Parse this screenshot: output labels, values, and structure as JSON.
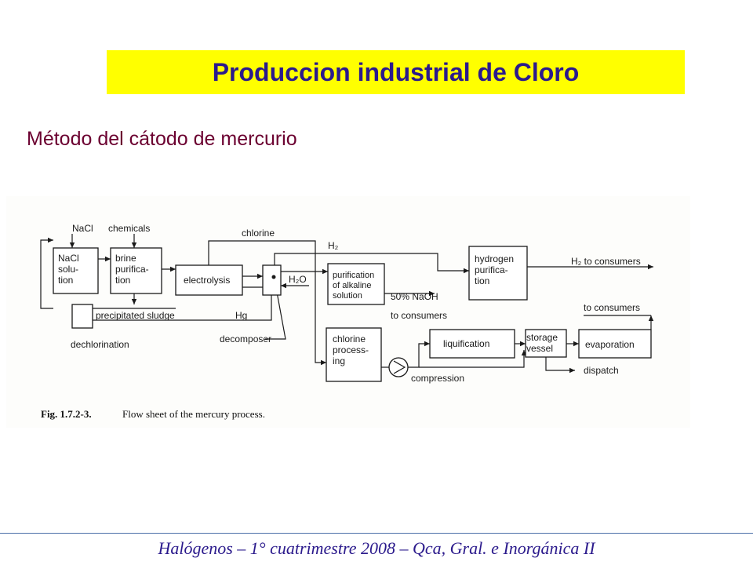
{
  "slide": {
    "title": "Produccion industrial de Cloro",
    "subtitle": "Método del cátodo de mercurio",
    "footer": "Halógenos – 1° cuatrimestre 2008 – Qca, Gral. e Inorgánica II"
  },
  "colors": {
    "title_bar": "#ffff00",
    "title_text": "#2b1a8c",
    "subtitle_text": "#6b0030",
    "footer_text": "#2b1a8c"
  },
  "diagram": {
    "boxes": {
      "nacl": [
        "NaCl",
        "solu-",
        "tion"
      ],
      "brine": [
        "brine",
        "purifica-",
        "tion"
      ],
      "electrolysis": [
        "electrolysis"
      ],
      "purification": [
        "purification",
        "of alkaline",
        "solution"
      ],
      "hydrogen": [
        "hydrogen",
        "purifica-",
        "tion"
      ],
      "chlorine_proc": [
        "chlorine",
        "process-",
        "ing"
      ],
      "liquification": [
        "liquification"
      ],
      "storage": [
        "storage",
        "vessel"
      ],
      "evaporation": [
        "evaporation"
      ]
    },
    "labels": {
      "nacl_in": "NaCl",
      "chemicals": "chemicals",
      "chlorine": "chlorine",
      "h2": "H₂",
      "h2o": "H₂O",
      "h2_to_consumers": "H₂ to consumers",
      "naoh": "50% NaOH",
      "to_consumers_1": "to consumers",
      "to_consumers_2": "to consumers",
      "precipitated_sludge": "precipitated sludge",
      "hg": "Hg",
      "dechlorination": "dechlorination",
      "decomposer": "decomposer",
      "compression": "compression",
      "dispatch": "dispatch"
    },
    "caption_number": "Fig. 1.7.2-3.",
    "caption_text": "Flow sheet of the mercury process."
  }
}
